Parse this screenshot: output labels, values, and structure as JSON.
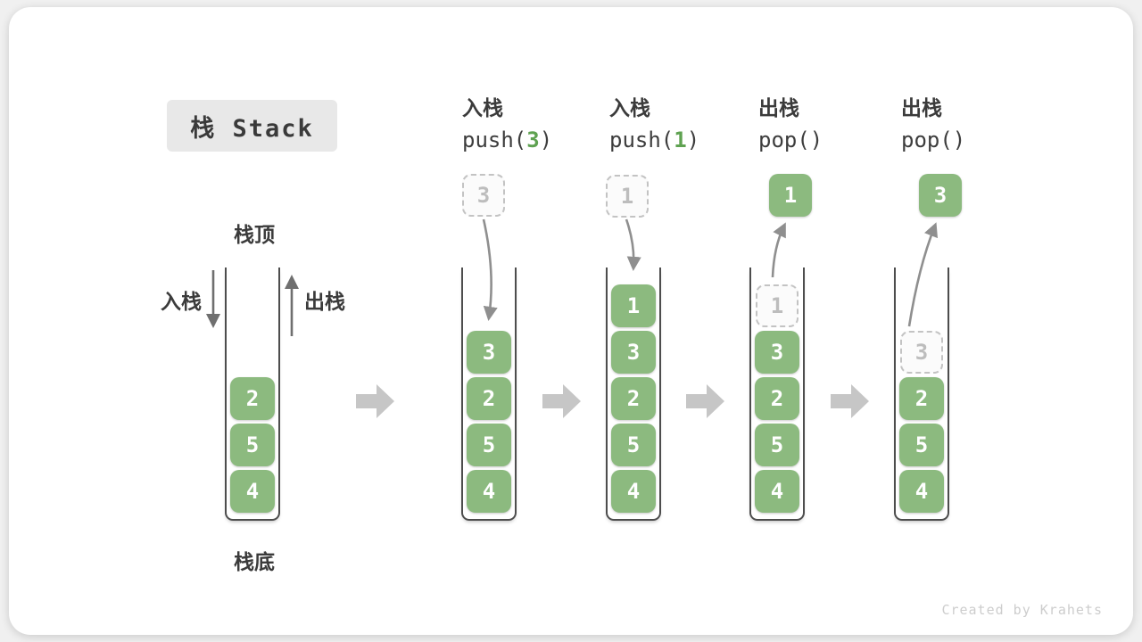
{
  "title": "栈 Stack",
  "watermark": "Created by Krahets",
  "legend": {
    "stack_top": "栈顶",
    "stack_bottom": "栈底",
    "push": "入栈",
    "pop": "出栈"
  },
  "columns": [
    {
      "boxes": [
        "2",
        "5",
        "4"
      ]
    },
    {
      "op": "入栈",
      "call_pre": "push(",
      "call_arg": "3",
      "call_post": ")",
      "ghost": "3",
      "boxes": [
        "3",
        "2",
        "5",
        "4"
      ]
    },
    {
      "op": "入栈",
      "call_pre": "push(",
      "call_arg": "1",
      "call_post": ")",
      "ghost": "1",
      "boxes": [
        "1",
        "3",
        "2",
        "5",
        "4"
      ]
    },
    {
      "op": "出栈",
      "call": "pop()",
      "popped": "1",
      "ghost": "1",
      "boxes": [
        "3",
        "2",
        "5",
        "4"
      ]
    },
    {
      "op": "出栈",
      "call": "pop()",
      "popped": "3",
      "ghost": "3",
      "boxes": [
        "2",
        "5",
        "4"
      ]
    }
  ],
  "colors": {
    "item_green": "#8cba7f",
    "arg_green": "#5fa251",
    "ghost_gray": "#c3c3c3",
    "curve_arrow_gray": "#8f8f8f",
    "side_arrow_gray": "#6f6f6f",
    "block_arrow_gray": "#c6c6c6",
    "title_chip_bg": "#e8e8e8",
    "text_dark": "#3c3c3c",
    "watermark_gray": "#cdcdcd"
  }
}
